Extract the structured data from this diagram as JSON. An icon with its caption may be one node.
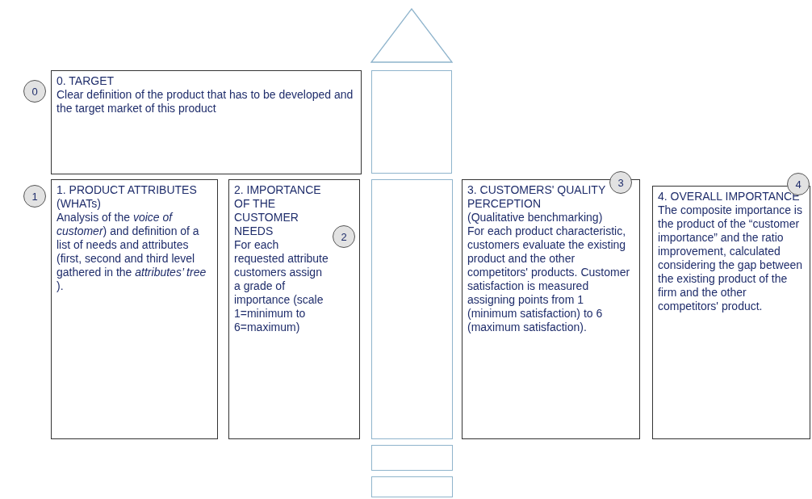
{
  "diagram": {
    "nodes": [
      {
        "text": [],
        "shape": "triangle"
      },
      {
        "text": [
          "0"
        ]
      },
      {
        "text": [
          "0. TARGET",
          "Clear definition of the product that has to be developed and the target market of this product"
        ]
      },
      {
        "text": [],
        "shape": "box"
      },
      {
        "text": [
          "1"
        ]
      },
      {
        "text": [
          "1. PRODUCT ATTRIBUTES (WHATs)",
          "Analysis of the *voice of customer*) and definition of a list of needs and attributes (first, second and third level gathered in the *attributes’ tree* )."
        ]
      },
      {
        "text": [
          "2. IMPORTANCE OF THE CUSTOMER NEEDS",
          "For each requested attribute customers assign a grade of importance (scale 1=minimum to 6=maximum)"
        ]
      },
      {
        "text": [
          "2"
        ],
        "in": 6
      },
      {
        "text": [],
        "shape": "box"
      },
      {
        "text": [
          "3. CUSTOMERS' QUALITY PERCEPTION",
          "(Qualitative benchmarking)",
          "For each product characteristic, customers evaluate the existing product and the other competitors' products. Customer satisfaction is measured assigning points from 1 (minimum satisfaction) to 6 (maximum satisfaction)."
        ]
      },
      {
        "text": [
          "3"
        ]
      },
      {
        "text": [
          "4. OVERALL IMPORTANCE",
          "The composite importance is the product of the “customer importance” and the ratio improvement, calculated considering the gap between the existing product of the firm and the other competitors' product."
        ]
      },
      {
        "text": [
          "4"
        ]
      },
      {
        "text": [],
        "shape": "box"
      },
      {
        "text": [],
        "shape": "box"
      }
    ],
    "edges": []
  }
}
